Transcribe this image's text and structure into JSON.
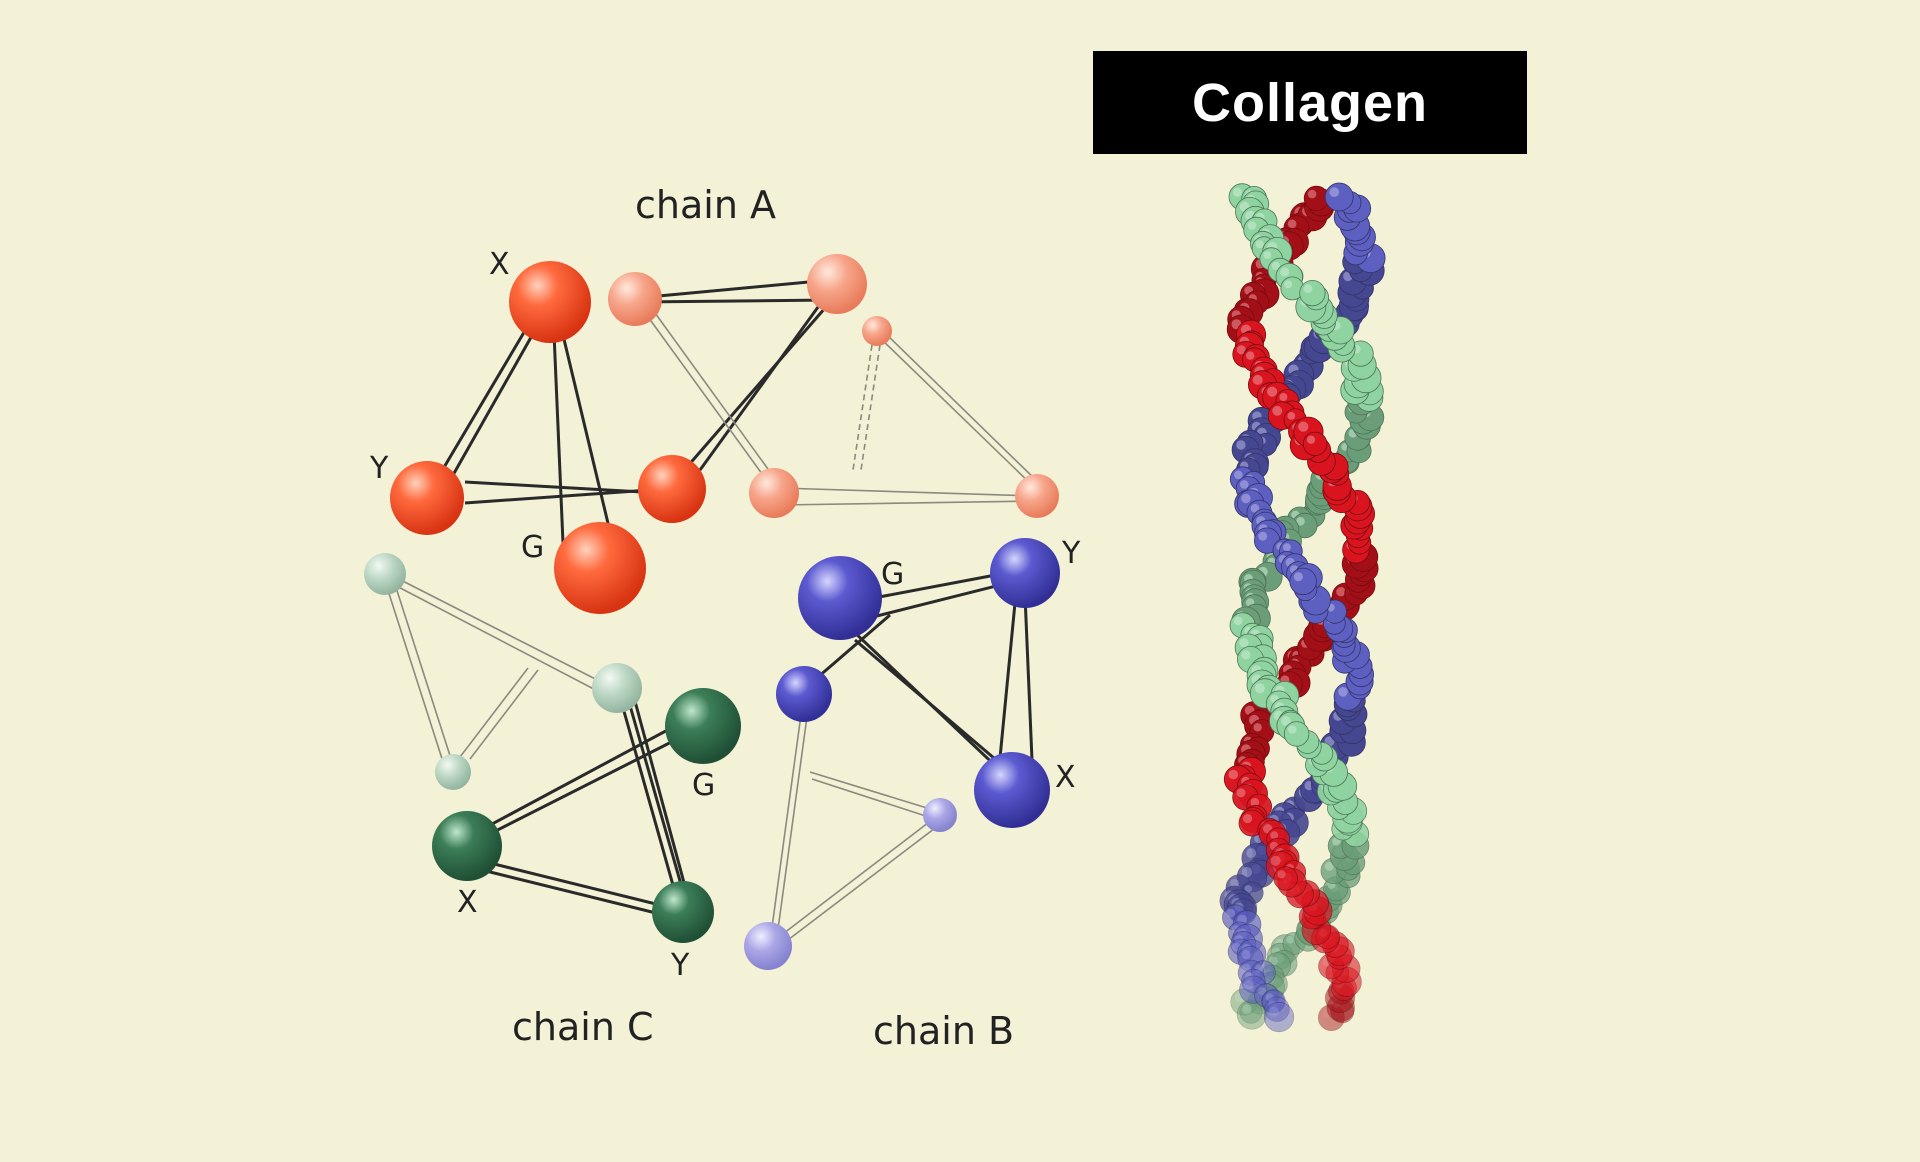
{
  "title": "Collagen",
  "colors": {
    "background": "#f3f1d6",
    "chain_a": "#f2552c",
    "chain_b": "#5b58c4",
    "chain_c": "#3f8a5f",
    "helix_red": "#d9141f",
    "helix_green": "#8ed3a0",
    "helix_blue": "#5d5fc1"
  },
  "chains": [
    {
      "name": "chain A",
      "color_key": "chain_a",
      "labels": {
        "x": "X",
        "y": "Y",
        "g": "G"
      }
    },
    {
      "name": "chain B",
      "color_key": "chain_b",
      "labels": {
        "g": "G",
        "y": "Y",
        "x": "X"
      }
    },
    {
      "name": "chain C",
      "color_key": "chain_c",
      "labels": {
        "g": "G",
        "x": "X",
        "y": "Y"
      }
    }
  ],
  "helix": {
    "strands": [
      "helix_red",
      "helix_green",
      "helix_blue"
    ]
  }
}
